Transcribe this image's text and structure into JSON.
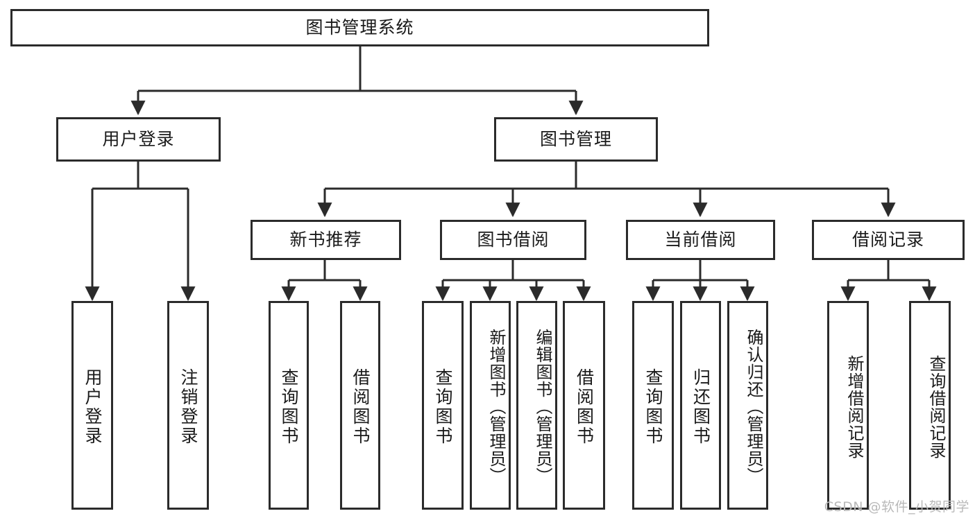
{
  "diagram": {
    "title_node": {
      "label": "图书管理系统"
    },
    "level2": [
      {
        "label": "用户登录"
      },
      {
        "label": "图书管理"
      }
    ],
    "level3": [
      {
        "label": "新书推荐"
      },
      {
        "label": "图书借阅"
      },
      {
        "label": "当前借阅"
      },
      {
        "label": "借阅记录"
      }
    ],
    "leaves": {
      "user_login": [
        {
          "label": "用户登录"
        },
        {
          "label": "注销登录"
        }
      ],
      "new_book_recommend": [
        {
          "label": "查询图书"
        },
        {
          "label": "借阅图书"
        }
      ],
      "book_borrow": [
        {
          "label": "查询图书"
        },
        {
          "label": "新增图书（管理员）"
        },
        {
          "label": "编辑图书（管理员）"
        },
        {
          "label": "借阅图书"
        }
      ],
      "current_borrow": [
        {
          "label": "查询图书"
        },
        {
          "label": "归还图书"
        },
        {
          "label": "确认归还（管理员）"
        }
      ],
      "borrow_record": [
        {
          "label": "新增借阅记录"
        },
        {
          "label": "查询借阅记录"
        }
      ]
    }
  },
  "watermark": {
    "text": "CSDN @软件_小贺同学"
  },
  "colors": {
    "border": "#2b2b2b",
    "background": "#ffffff",
    "text": "#1a1a1a",
    "watermark": "#b9b9b9"
  }
}
